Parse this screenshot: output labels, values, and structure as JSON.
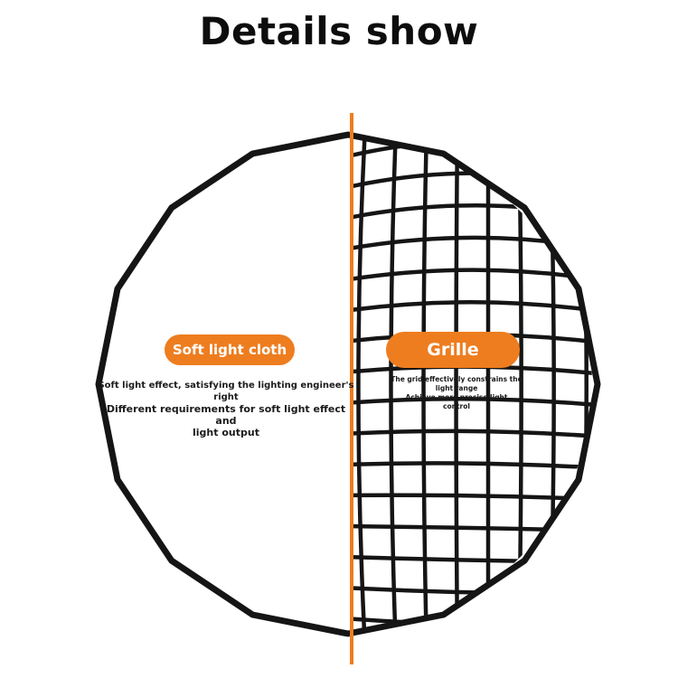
{
  "title": "Details show",
  "left_panel": {
    "label": "Soft light cloth",
    "description_line1": "Soft light effect, satisfying the lighting engineer's right",
    "description_line2": "Different requirements for soft light effect and",
    "description_line3": "light output"
  },
  "right_panel": {
    "label": "Grille",
    "description_line1": "The grid effectively constrains the",
    "description_line2": "light range",
    "description_line3": "Achieve more precise light",
    "description_line4": "control"
  },
  "colors": {
    "accent": "#ee7d1f",
    "rim": "#151515",
    "text": "#1b1b1b",
    "background": "#ffffff"
  }
}
